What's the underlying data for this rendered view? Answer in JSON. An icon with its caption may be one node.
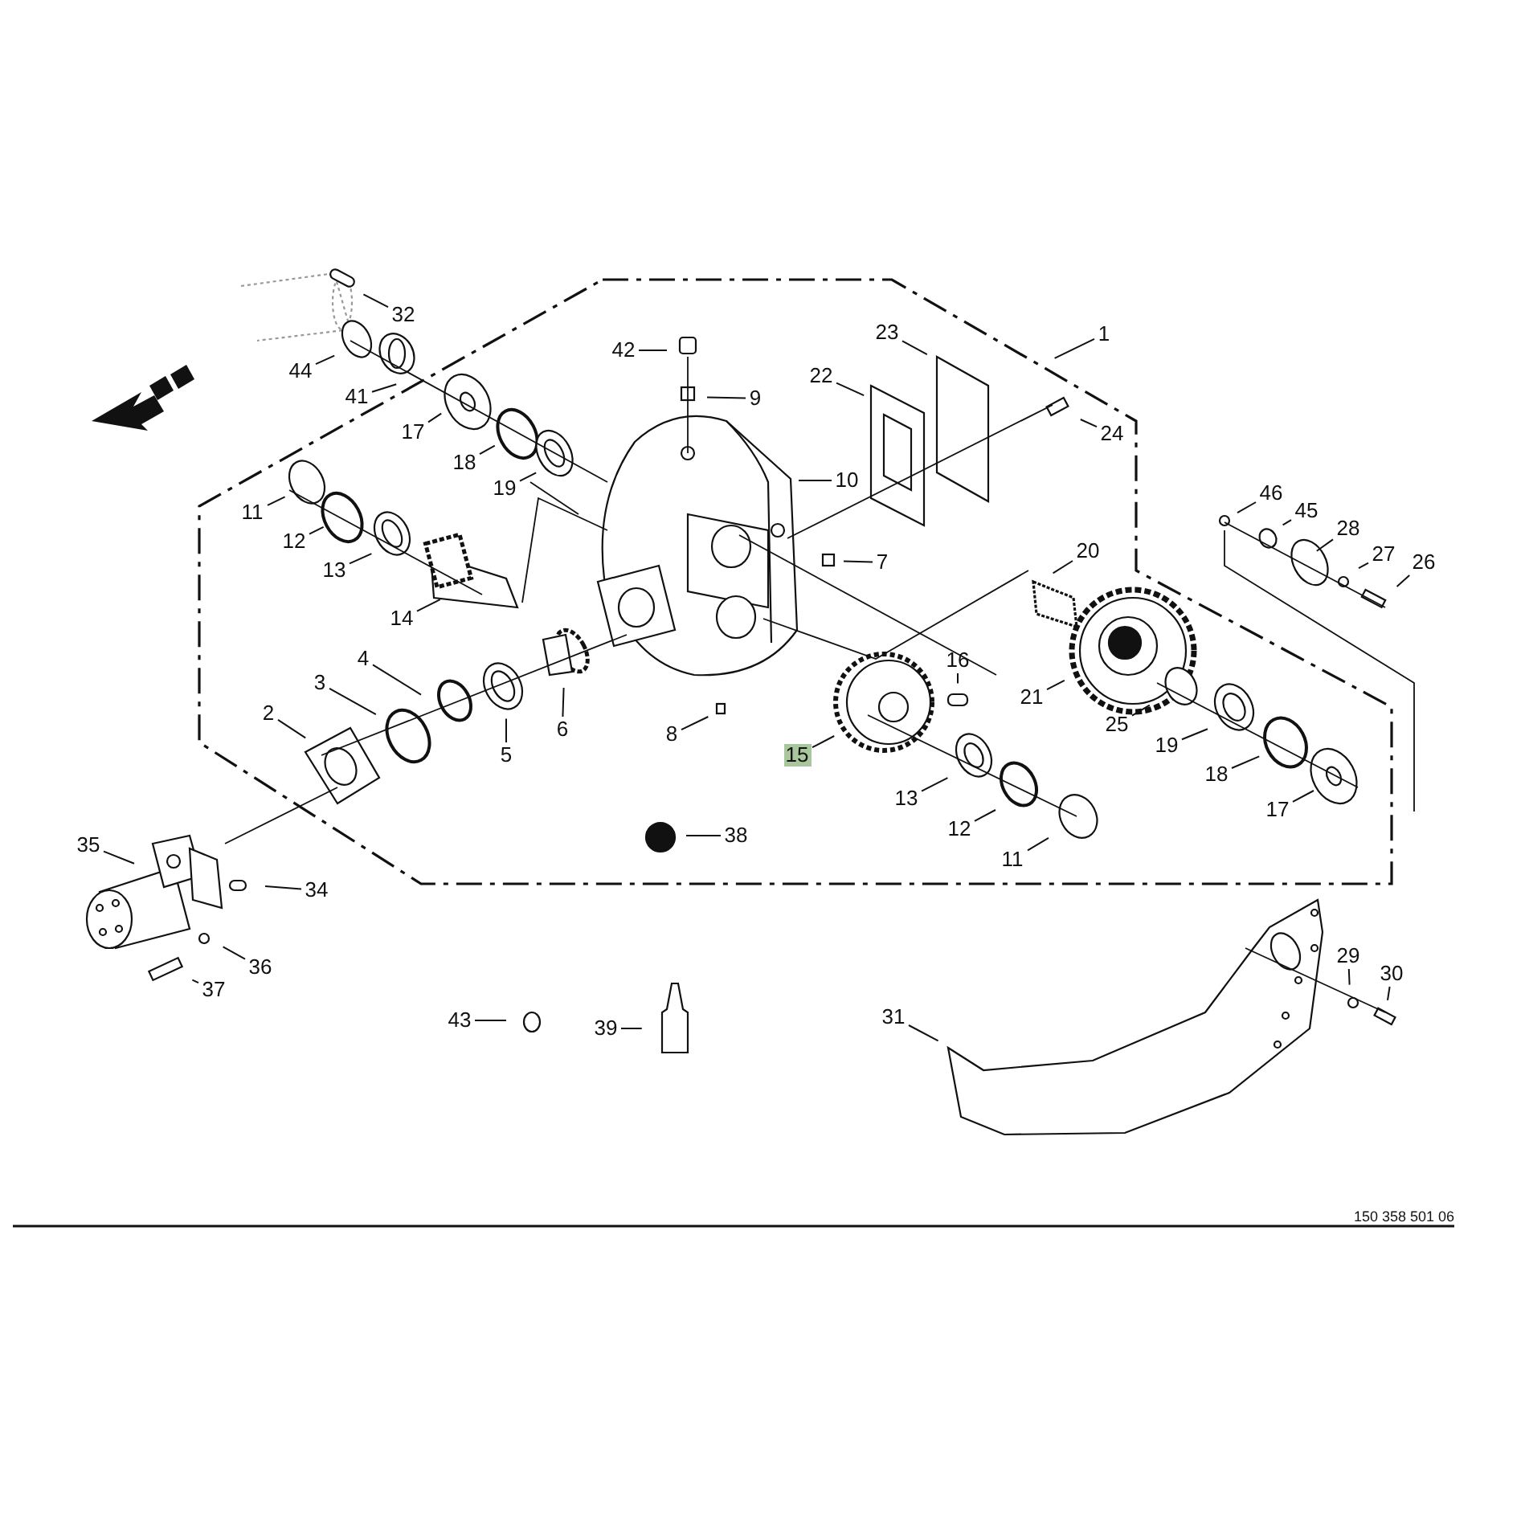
{
  "diagram": {
    "nodes": [
      {
        "text": [
          "32"
        ]
      },
      {
        "text": [
          "44"
        ]
      },
      {
        "text": [
          "41"
        ]
      },
      {
        "text": [
          "1"
        ]
      },
      {
        "text": [
          "42"
        ]
      },
      {
        "text": [
          "23"
        ]
      },
      {
        "text": [
          "22"
        ]
      },
      {
        "text": [
          "9"
        ]
      },
      {
        "text": [
          "17"
        ]
      },
      {
        "text": [
          "24"
        ]
      },
      {
        "text": [
          "18"
        ]
      },
      {
        "text": [
          "10"
        ]
      },
      {
        "text": [
          "19"
        ]
      },
      {
        "text": [
          "46"
        ]
      },
      {
        "text": [
          "11"
        ]
      },
      {
        "text": [
          "45"
        ]
      },
      {
        "text": [
          "28"
        ]
      },
      {
        "text": [
          "12"
        ]
      },
      {
        "text": [
          "7"
        ]
      },
      {
        "text": [
          "20"
        ]
      },
      {
        "text": [
          "27"
        ]
      },
      {
        "text": [
          "13"
        ]
      },
      {
        "text": [
          "26"
        ]
      },
      {
        "text": [
          "14"
        ]
      },
      {
        "text": [
          "4"
        ]
      },
      {
        "text": [
          "16"
        ]
      },
      {
        "text": [
          "3"
        ]
      },
      {
        "text": [
          "21"
        ]
      },
      {
        "text": [
          "2"
        ]
      },
      {
        "text": [
          "25"
        ]
      },
      {
        "text": [
          "6"
        ]
      },
      {
        "text": [
          "8"
        ]
      },
      {
        "text": [
          "19"
        ]
      },
      {
        "text": [
          "5"
        ]
      },
      {
        "text": [
          "15"
        ]
      },
      {
        "text": [
          "18"
        ]
      },
      {
        "text": [
          "13"
        ]
      },
      {
        "text": [
          "17"
        ]
      },
      {
        "text": [
          "12"
        ]
      },
      {
        "text": [
          "38"
        ]
      },
      {
        "text": [
          "35"
        ]
      },
      {
        "text": [
          "11"
        ]
      },
      {
        "text": [
          "34"
        ]
      },
      {
        "text": [
          "29"
        ]
      },
      {
        "text": [
          "30"
        ]
      },
      {
        "text": [
          "36"
        ]
      },
      {
        "text": [
          "37"
        ]
      },
      {
        "text": [
          "43"
        ]
      },
      {
        "text": [
          "39"
        ]
      },
      {
        "text": [
          "31"
        ]
      }
    ],
    "edges": [
      {
        "from": 0,
        "to": null,
        "arrow": "none"
      },
      {
        "from": 1,
        "to": null,
        "arrow": "none"
      },
      {
        "from": 2,
        "to": null,
        "arrow": "none"
      },
      {
        "from": 3,
        "to": null,
        "arrow": "none"
      },
      {
        "from": 4,
        "to": null,
        "arrow": "none"
      },
      {
        "from": 5,
        "to": null,
        "arrow": "none"
      },
      {
        "from": 6,
        "to": null,
        "arrow": "none"
      },
      {
        "from": 7,
        "to": null,
        "arrow": "none"
      },
      {
        "from": 8,
        "to": null,
        "arrow": "none"
      },
      {
        "from": 9,
        "to": null,
        "arrow": "none"
      },
      {
        "from": 10,
        "to": null,
        "arrow": "none"
      },
      {
        "from": 11,
        "to": null,
        "arrow": "none"
      },
      {
        "from": 12,
        "to": null,
        "arrow": "none"
      },
      {
        "from": 13,
        "to": null,
        "arrow": "none"
      },
      {
        "from": 14,
        "to": null,
        "arrow": "none"
      },
      {
        "from": 15,
        "to": null,
        "arrow": "none"
      },
      {
        "from": 16,
        "to": null,
        "arrow": "none"
      },
      {
        "from": 17,
        "to": null,
        "arrow": "none"
      },
      {
        "from": 18,
        "to": null,
        "arrow": "none"
      },
      {
        "from": 19,
        "to": null,
        "arrow": "none"
      },
      {
        "from": 20,
        "to": null,
        "arrow": "none"
      },
      {
        "from": 21,
        "to": null,
        "arrow": "none"
      },
      {
        "from": 22,
        "to": null,
        "arrow": "none"
      },
      {
        "from": 23,
        "to": null,
        "arrow": "none"
      },
      {
        "from": 24,
        "to": null,
        "arrow": "none"
      },
      {
        "from": 25,
        "to": null,
        "arrow": "none"
      },
      {
        "from": 26,
        "to": null,
        "arrow": "none"
      },
      {
        "from": 27,
        "to": null,
        "arrow": "none"
      },
      {
        "from": 28,
        "to": null,
        "arrow": "none"
      },
      {
        "from": 29,
        "to": null,
        "arrow": "none"
      },
      {
        "from": 30,
        "to": null,
        "arrow": "none"
      },
      {
        "from": 31,
        "to": null,
        "arrow": "none"
      },
      {
        "from": 32,
        "to": null,
        "arrow": "none"
      },
      {
        "from": 33,
        "to": null,
        "arrow": "none"
      },
      {
        "from": 34,
        "to": null,
        "arrow": "none"
      },
      {
        "from": 35,
        "to": null,
        "arrow": "none"
      },
      {
        "from": 36,
        "to": null,
        "arrow": "none"
      },
      {
        "from": 37,
        "to": null,
        "arrow": "none"
      },
      {
        "from": 38,
        "to": null,
        "arrow": "none"
      },
      {
        "from": 39,
        "to": null,
        "arrow": "none"
      },
      {
        "from": 40,
        "to": null,
        "arrow": "none"
      },
      {
        "from": 41,
        "to": null,
        "arrow": "none"
      },
      {
        "from": 42,
        "to": null,
        "arrow": "none"
      },
      {
        "from": 43,
        "to": null,
        "arrow": "none"
      },
      {
        "from": 44,
        "to": null,
        "arrow": "none"
      },
      {
        "from": 45,
        "to": null,
        "arrow": "none"
      },
      {
        "from": 46,
        "to": null,
        "arrow": "none"
      },
      {
        "from": 47,
        "to": null,
        "arrow": "none"
      },
      {
        "from": 48,
        "to": null,
        "arrow": "none"
      },
      {
        "from": 49,
        "to": null,
        "arrow": "none"
      }
    ],
    "labels": [
      "150 358 501 06"
    ]
  }
}
